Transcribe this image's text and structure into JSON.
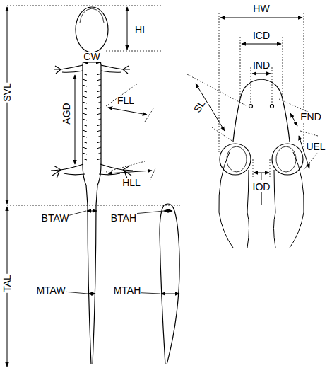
{
  "diagram": {
    "labels": [
      "HL",
      "SVL",
      "CW",
      "FLL",
      "AGD",
      "HLL",
      "BTAW",
      "BTAH",
      "TAL",
      "MTAW",
      "MTAH",
      "HW",
      "ICD",
      "IND",
      "SL",
      "END",
      "UEL",
      "IOD"
    ]
  }
}
